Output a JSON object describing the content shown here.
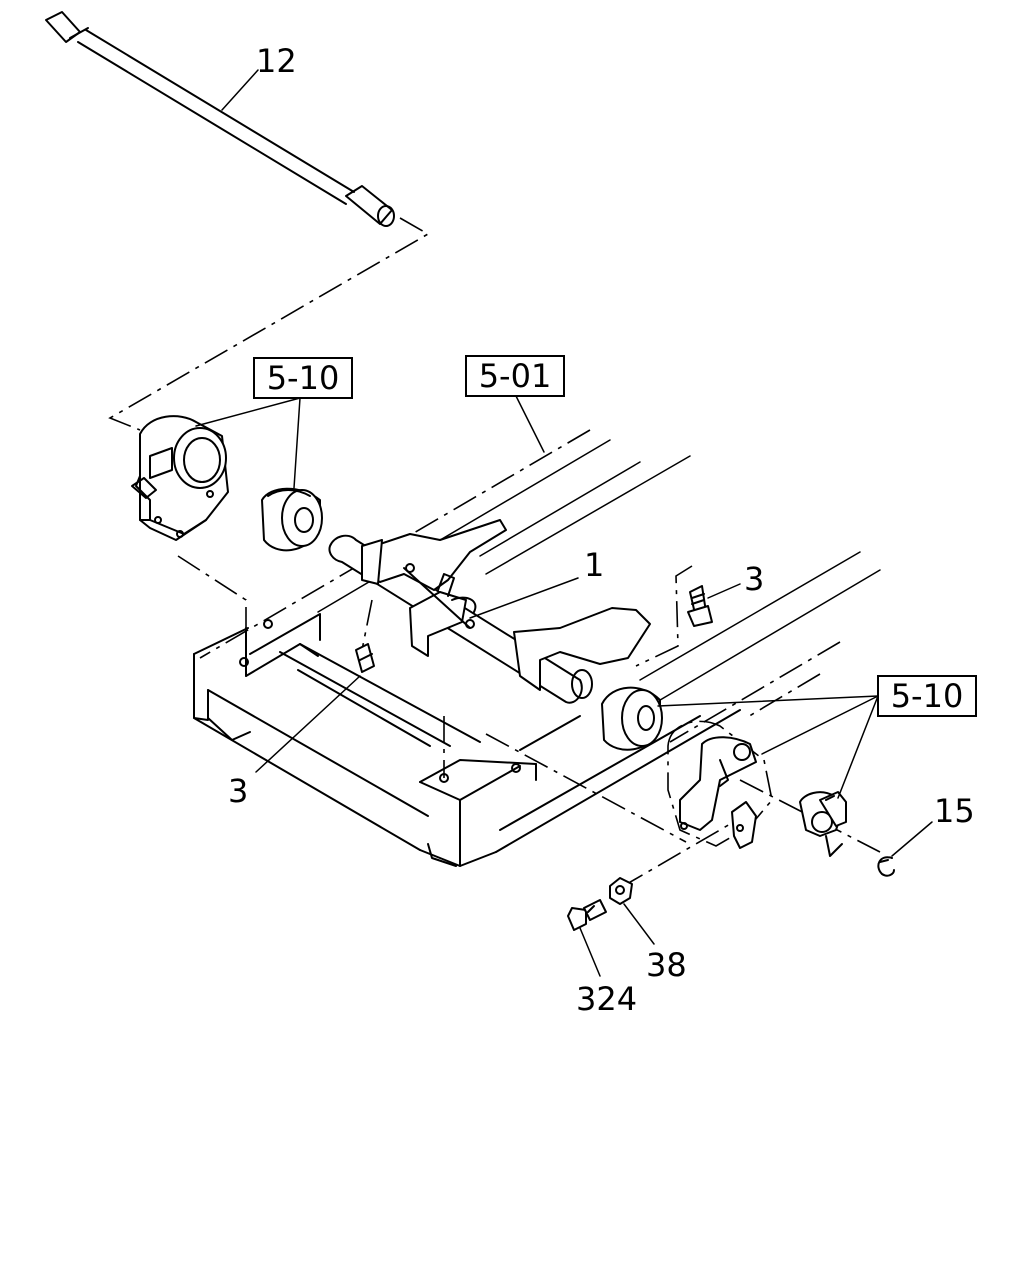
{
  "diagram": {
    "callouts": {
      "c12": "12",
      "c1": "1",
      "c3_upper": "3",
      "c3_lower": "3",
      "c15": "15",
      "c38": "38",
      "c324": "324"
    },
    "refs": {
      "r510_top": "5-10",
      "r501": "5-01",
      "r510_right": "5-10"
    }
  }
}
